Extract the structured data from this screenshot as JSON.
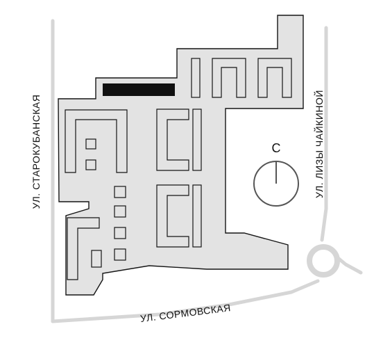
{
  "streets": {
    "west": "УЛ. СТАРОКУБАНСКАЯ",
    "east": "УЛ. ЛИЗЫ ЧАЙКИНОЙ",
    "south": "УЛ. СОРМОВСКАЯ"
  },
  "zone": {
    "letter": "C"
  },
  "colors": {
    "site_fill": "#e3e3e3",
    "outline": "#151515",
    "road": "#d6d6d6",
    "dark_block": "#111111"
  }
}
